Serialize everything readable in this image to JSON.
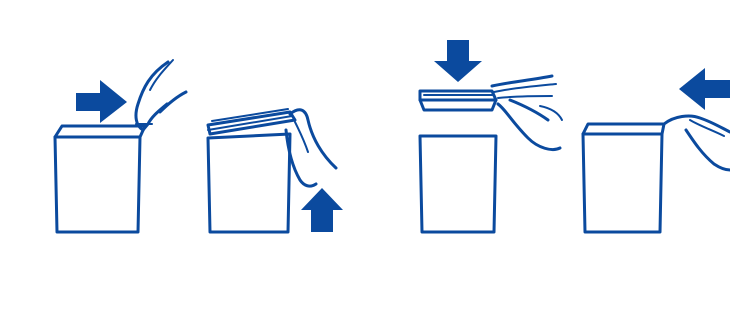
{
  "figure": {
    "steps": [
      {
        "id": 1,
        "action": "push-lid-open",
        "arrow": "right-arrow-icon"
      },
      {
        "id": 2,
        "action": "lift-lid-up",
        "arrow": "up-arrow-icon"
      },
      {
        "id": 3,
        "action": "place-lid-down",
        "arrow": "down-arrow-icon"
      },
      {
        "id": 4,
        "action": "push-lid-closed",
        "arrow": "left-arrow-icon"
      }
    ],
    "color": "#0b4a9e",
    "background": "#ffffff"
  }
}
